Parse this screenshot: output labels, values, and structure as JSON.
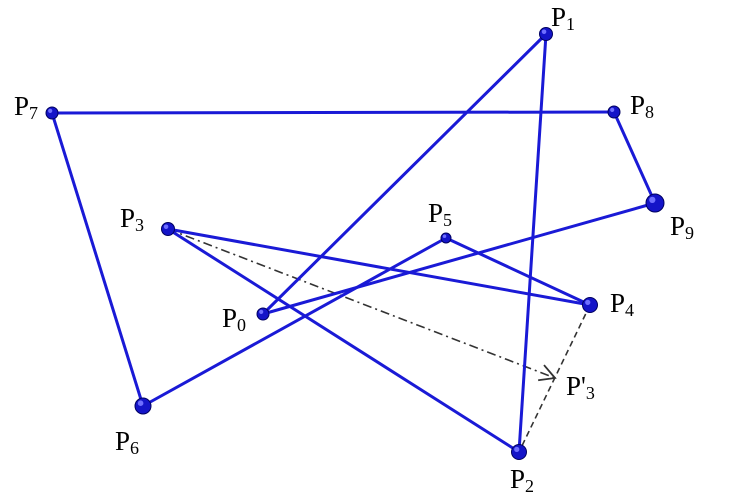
{
  "colors": {
    "edge": "#1a1ad6",
    "point": "#1414c8",
    "construction": "#333333"
  },
  "points": [
    {
      "id": "P0",
      "letter": "P",
      "sub": "0"
    },
    {
      "id": "P1",
      "letter": "P",
      "sub": "1"
    },
    {
      "id": "P2",
      "letter": "P",
      "sub": "2"
    },
    {
      "id": "P3",
      "letter": "P",
      "sub": "3"
    },
    {
      "id": "P4",
      "letter": "P",
      "sub": "4"
    },
    {
      "id": "P5",
      "letter": "P",
      "sub": "5"
    },
    {
      "id": "P6",
      "letter": "P",
      "sub": "6"
    },
    {
      "id": "P7",
      "letter": "P",
      "sub": "7"
    },
    {
      "id": "P8",
      "letter": "P",
      "sub": "8"
    },
    {
      "id": "P9",
      "letter": "P",
      "sub": "9"
    },
    {
      "id": "P3p",
      "letter": "P'",
      "sub": "3"
    }
  ],
  "edges": [
    [
      "P0",
      "P1"
    ],
    [
      "P1",
      "P2"
    ],
    [
      "P2",
      "P3"
    ],
    [
      "P3",
      "P4"
    ],
    [
      "P4",
      "P5"
    ],
    [
      "P5",
      "P6"
    ],
    [
      "P6",
      "P7"
    ],
    [
      "P7",
      "P8"
    ],
    [
      "P8",
      "P9"
    ],
    [
      "P9",
      "P0"
    ]
  ],
  "construction": [
    {
      "from": "P3",
      "to": "P3p",
      "style": "dash-dot",
      "arrow": true
    },
    {
      "from": "P4",
      "to": "P2",
      "style": "dashed",
      "arrow": false
    }
  ]
}
